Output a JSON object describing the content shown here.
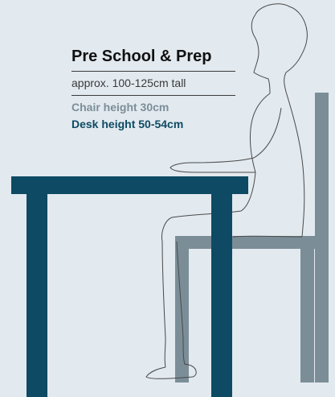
{
  "title": "Pre School & Prep",
  "subtitle": "approx. 100-125cm tall",
  "chair_height": "Chair height 30cm",
  "desk_height": "Desk height 50-54cm",
  "colors": {
    "background": "#e2e9ef",
    "desk": "#0e4a63",
    "chair": "#7b8e98",
    "chair_text": "#7b8e98",
    "desk_text": "#0e4a63",
    "figure_line": "#4a4a4a"
  }
}
